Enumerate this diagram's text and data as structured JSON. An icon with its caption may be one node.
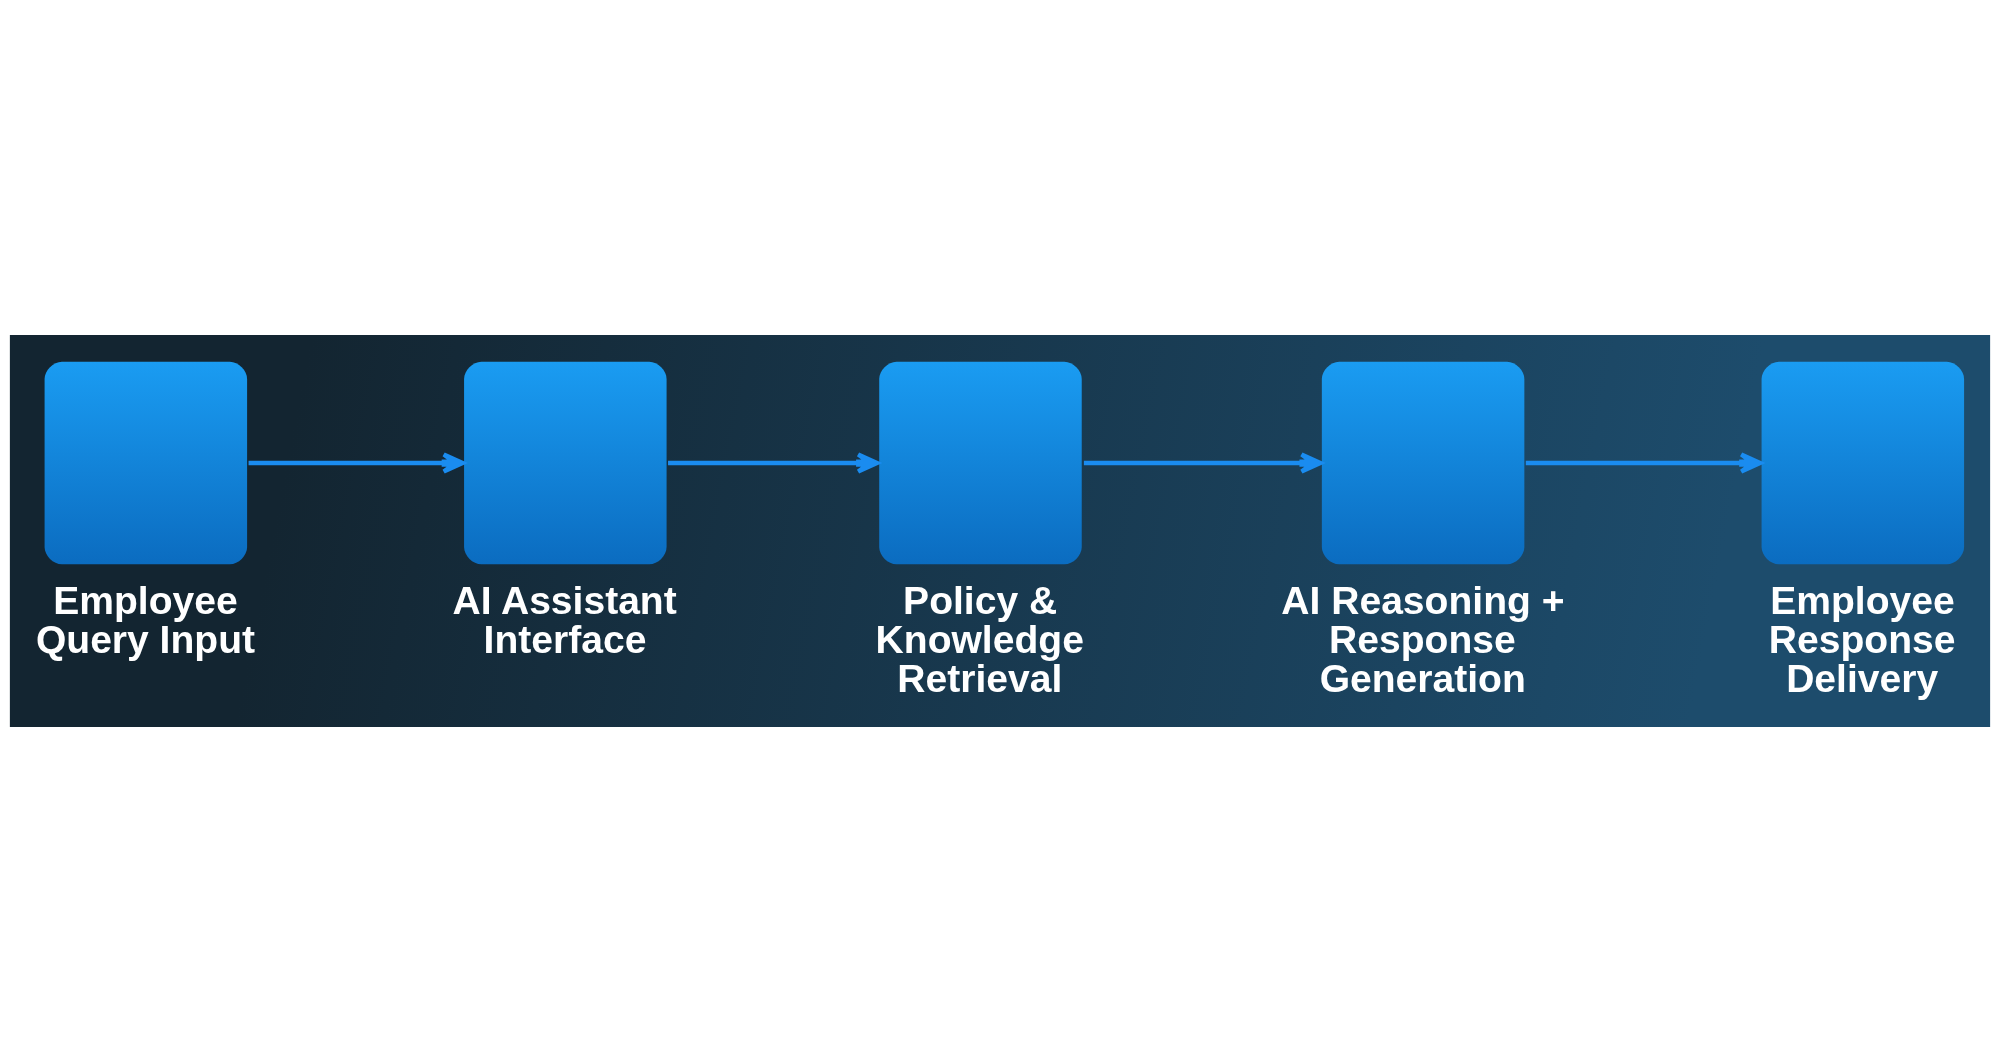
{
  "diagram": {
    "nodes": [
      {
        "text": [
          "Employee Query Input"
        ]
      },
      {
        "text": [
          "AI Assistant Interface"
        ]
      },
      {
        "text": [
          "Policy & Knowledge Retrieval"
        ]
      },
      {
        "text": [
          "AI Reasoning + Response Generation"
        ]
      },
      {
        "text": [
          "Employee Response Delivery"
        ]
      }
    ],
    "edges": [
      {
        "from": 0,
        "to": 1,
        "arrow": "to"
      },
      {
        "from": 1,
        "to": 2,
        "arrow": "to"
      },
      {
        "from": 2,
        "to": 3,
        "arrow": "to"
      },
      {
        "from": 3,
        "to": 4,
        "arrow": "to"
      }
    ]
  }
}
